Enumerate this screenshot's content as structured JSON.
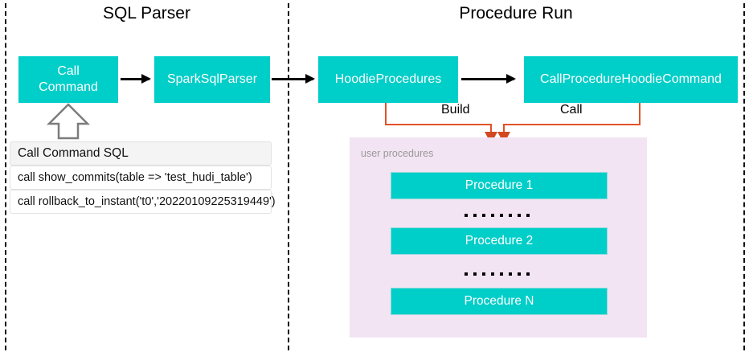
{
  "diagram": {
    "sections": [
      {
        "id": "sql-parser",
        "title": "SQL Parser"
      },
      {
        "id": "procedure-run",
        "title": "Procedure Run"
      }
    ],
    "nodes": {
      "call_command": "Call\nCommand",
      "call_command_line1": "Call",
      "call_command_line2": "Command",
      "spark_sql_parser": "SparkSqlParser",
      "hoodie_procedures": "HoodieProcedures",
      "call_procedure_hoodie_command": "CallProcedureHoodieCommand"
    },
    "edge_labels": {
      "build": "Build",
      "call": "Call"
    },
    "sql_table": {
      "header": "Call Command SQL",
      "rows": [
        "call show_commits(table => 'test_hudi_table')",
        "call rollback_to_instant('t0','20220109225319449')"
      ]
    },
    "user_procedures_panel": {
      "caption": "user procedures",
      "items": [
        {
          "label": "Procedure 1"
        },
        {
          "label": "Procedure 2"
        },
        {
          "label": "Procedure N"
        }
      ],
      "ellipsis_dot_count": 8
    },
    "colors": {
      "teal": "#00cec8",
      "purple_panel": "#f2e4f3",
      "orange": "#e2522a",
      "arrow_black": "#000000",
      "caption_gray": "#9a9a9a",
      "table_header_bg": "#f4f4f4",
      "background": "#ffffff"
    }
  }
}
